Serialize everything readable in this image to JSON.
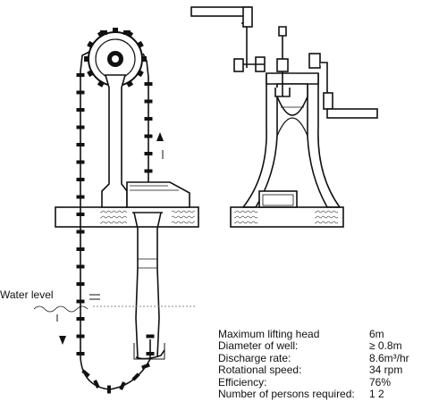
{
  "labels": {
    "water_level": "Water level"
  },
  "specs": [
    {
      "label": "Maximum lifting head",
      "value": "6m"
    },
    {
      "label": "Diameter of well:",
      "value": "≥ 0.8m"
    },
    {
      "label": "Discharge rate:",
      "value": "8.6m³/hr"
    },
    {
      "label": "Rotational speed:",
      "value": "34 rpm"
    },
    {
      "label": "Efficiency:",
      "value": "76%"
    },
    {
      "label": "Number of persons required:",
      "value": "1 2"
    }
  ]
}
